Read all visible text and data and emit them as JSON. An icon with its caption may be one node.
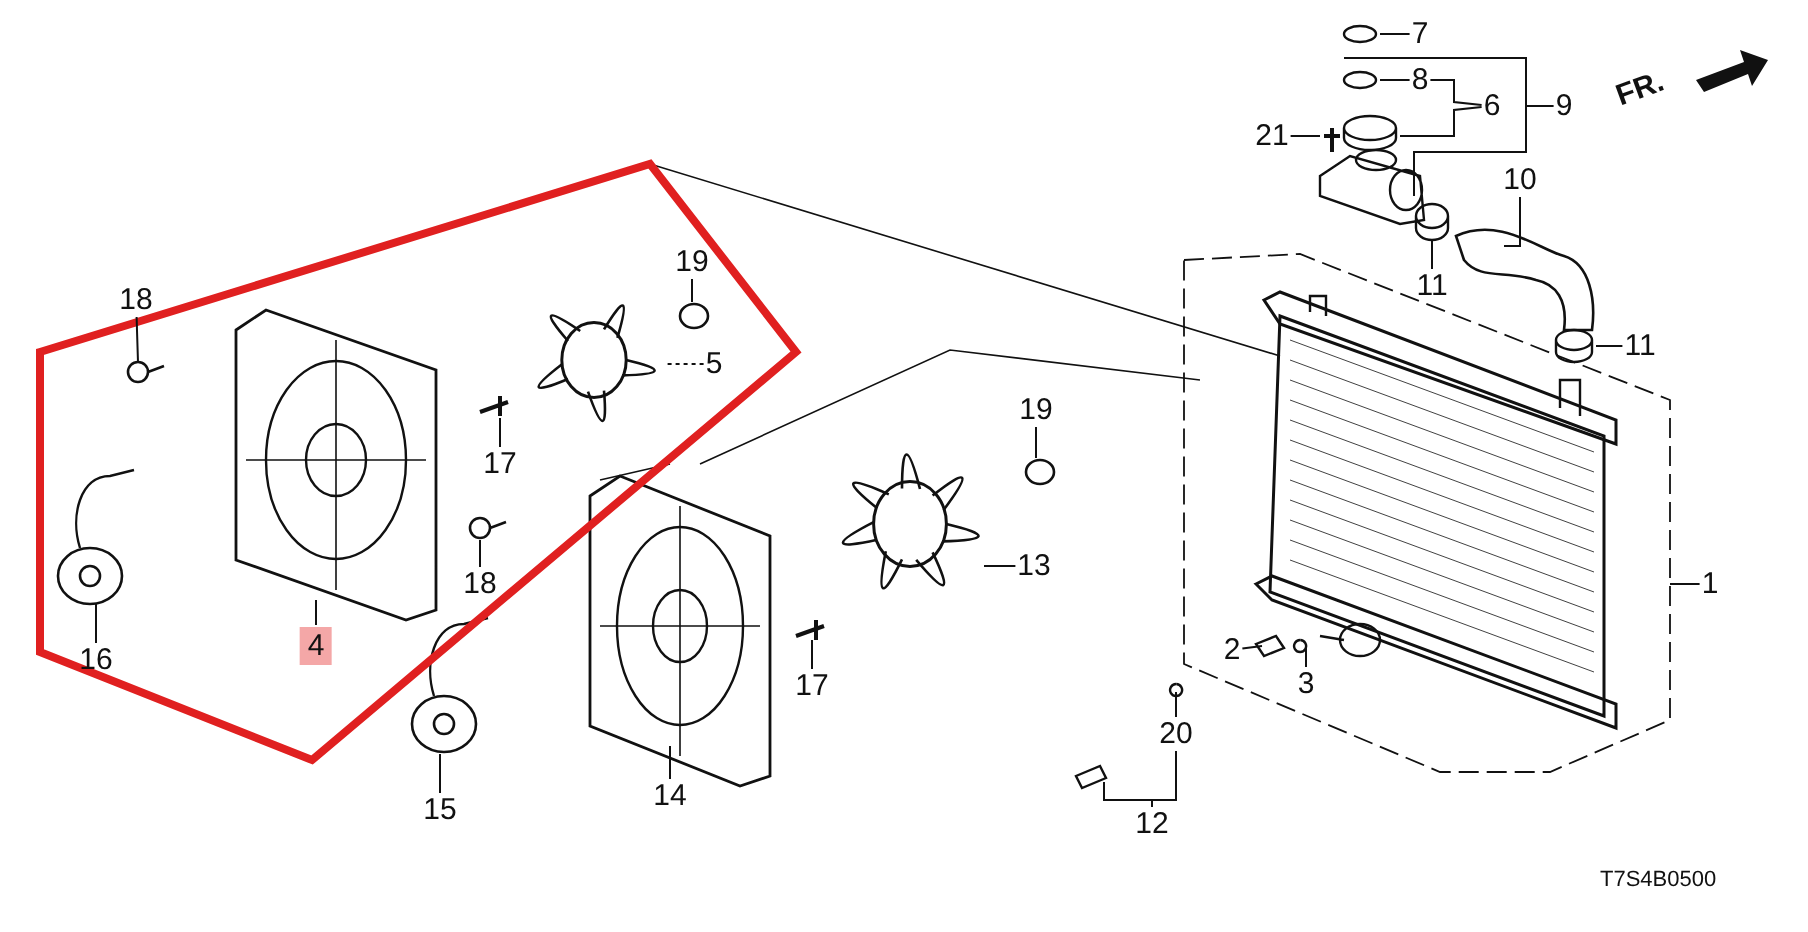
{
  "diagram": {
    "nodes": [
      {
        "text": [
          "7"
        ]
      },
      {
        "text": [
          "8"
        ]
      },
      {
        "text": [
          "6"
        ]
      },
      {
        "text": [
          "9"
        ]
      },
      {
        "text": [
          "21"
        ]
      },
      {
        "text": [
          "10"
        ]
      },
      {
        "text": [
          "11"
        ]
      },
      {
        "text": [
          "11"
        ]
      },
      {
        "text": [
          "19"
        ]
      },
      {
        "text": [
          "18"
        ]
      },
      {
        "text": [
          "5"
        ]
      },
      {
        "text": [
          "17"
        ]
      },
      {
        "text": [
          "18"
        ]
      },
      {
        "text": [
          "19"
        ]
      },
      {
        "text": [
          "1"
        ]
      },
      {
        "text": [
          "16"
        ]
      },
      {
        "text": [
          "4"
        ]
      },
      {
        "text": [
          "13"
        ]
      },
      {
        "text": [
          "2"
        ]
      },
      {
        "text": [
          "3"
        ]
      },
      {
        "text": [
          "17"
        ]
      },
      {
        "text": [
          "20"
        ]
      },
      {
        "text": [
          "15"
        ]
      },
      {
        "text": [
          "14"
        ]
      },
      {
        "text": [
          "12"
        ]
      }
    ],
    "edges": [
      {
        "from": 0,
        "to": null,
        "arrow": "none"
      },
      {
        "from": 1,
        "to": null,
        "arrow": "none"
      },
      {
        "from": 2,
        "to": null,
        "arrow": "none"
      },
      {
        "from": 3,
        "to": null,
        "arrow": "none"
      },
      {
        "from": 4,
        "to": null,
        "arrow": "none"
      },
      {
        "from": 5,
        "to": null,
        "arrow": "none"
      },
      {
        "from": 6,
        "to": null,
        "arrow": "none"
      },
      {
        "from": 7,
        "to": null,
        "arrow": "none"
      },
      {
        "from": 8,
        "to": null,
        "arrow": "none"
      },
      {
        "from": 9,
        "to": null,
        "arrow": "none"
      },
      {
        "from": 10,
        "to": null,
        "arrow": "none",
        "style": "dashed"
      },
      {
        "from": 11,
        "to": null,
        "arrow": "none"
      },
      {
        "from": 12,
        "to": null,
        "arrow": "none"
      },
      {
        "from": 13,
        "to": null,
        "arrow": "none"
      },
      {
        "from": 14,
        "to": null,
        "arrow": "none"
      },
      {
        "from": 15,
        "to": null,
        "arrow": "none"
      },
      {
        "from": 16,
        "to": null,
        "arrow": "none"
      },
      {
        "from": 17,
        "to": null,
        "arrow": "none"
      },
      {
        "from": 18,
        "to": null,
        "arrow": "none"
      },
      {
        "from": 19,
        "to": null,
        "arrow": "none"
      },
      {
        "from": 20,
        "to": null,
        "arrow": "none"
      },
      {
        "from": 21,
        "to": null,
        "arrow": "none"
      },
      {
        "from": 22,
        "to": null,
        "arrow": "none"
      },
      {
        "from": 23,
        "to": null,
        "arrow": "none"
      },
      {
        "from": 24,
        "to": null,
        "arrow": "none"
      },
      {
        "from": 2,
        "to": 1,
        "arrow": "none"
      },
      {
        "from": 24,
        "to": 21,
        "arrow": "none"
      }
    ],
    "labels": [
      "FR.",
      "T7S4B0500"
    ]
  }
}
